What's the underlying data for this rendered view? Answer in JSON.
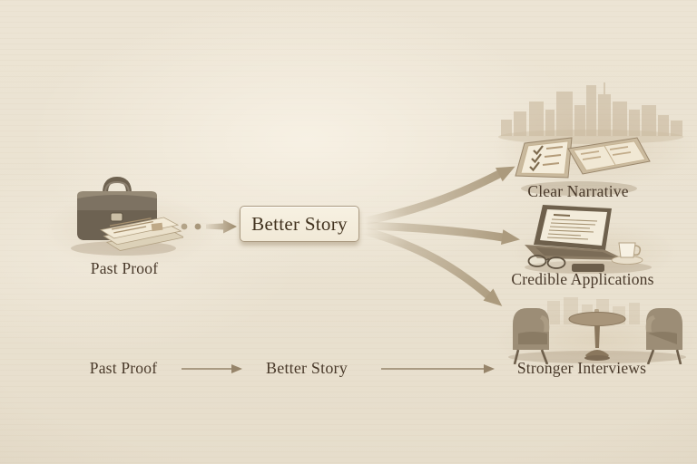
{
  "flow": {
    "source_label": "Past Proof",
    "hub_label": "Better Story",
    "outcomes": [
      {
        "label": "Clear Narrative"
      },
      {
        "label": "Credible Applications"
      },
      {
        "label": "Stronger Interviews"
      }
    ]
  },
  "summary": {
    "steps": [
      "Past Proof",
      "Better Story",
      "Stronger Interviews"
    ]
  },
  "icons": {
    "source": "briefcase-papers-icon",
    "outcome_1": "city-skyline-open-book-icon",
    "outcome_2": "laptop-workspace-icon",
    "outcome_3": "interview-table-chairs-icon"
  },
  "colors": {
    "paper_background": "#eae2d1",
    "ink_text": "#49392a",
    "arrow": "#b0a084",
    "hub_fill": "#f3ecdb",
    "hub_border": "#ab9b82",
    "illustration_tan": "#c3b296"
  }
}
